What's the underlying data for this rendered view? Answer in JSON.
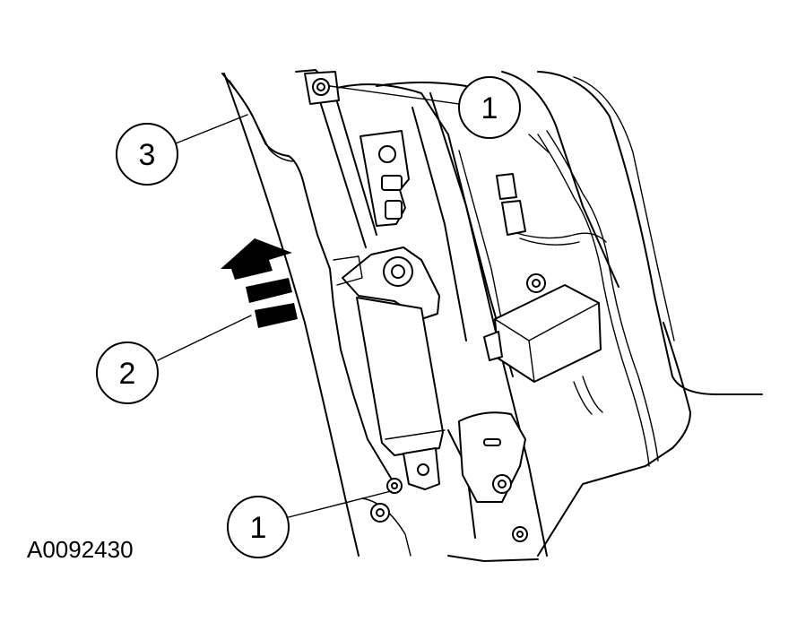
{
  "figure_id": "A0092430",
  "callouts": [
    {
      "id": "callout-1-top",
      "label": "1"
    },
    {
      "id": "callout-3",
      "label": "3"
    },
    {
      "id": "callout-2",
      "label": "2"
    },
    {
      "id": "callout-1-bottom",
      "label": "1"
    }
  ],
  "colors": {
    "ink": "#000000",
    "paper": "#ffffff"
  }
}
